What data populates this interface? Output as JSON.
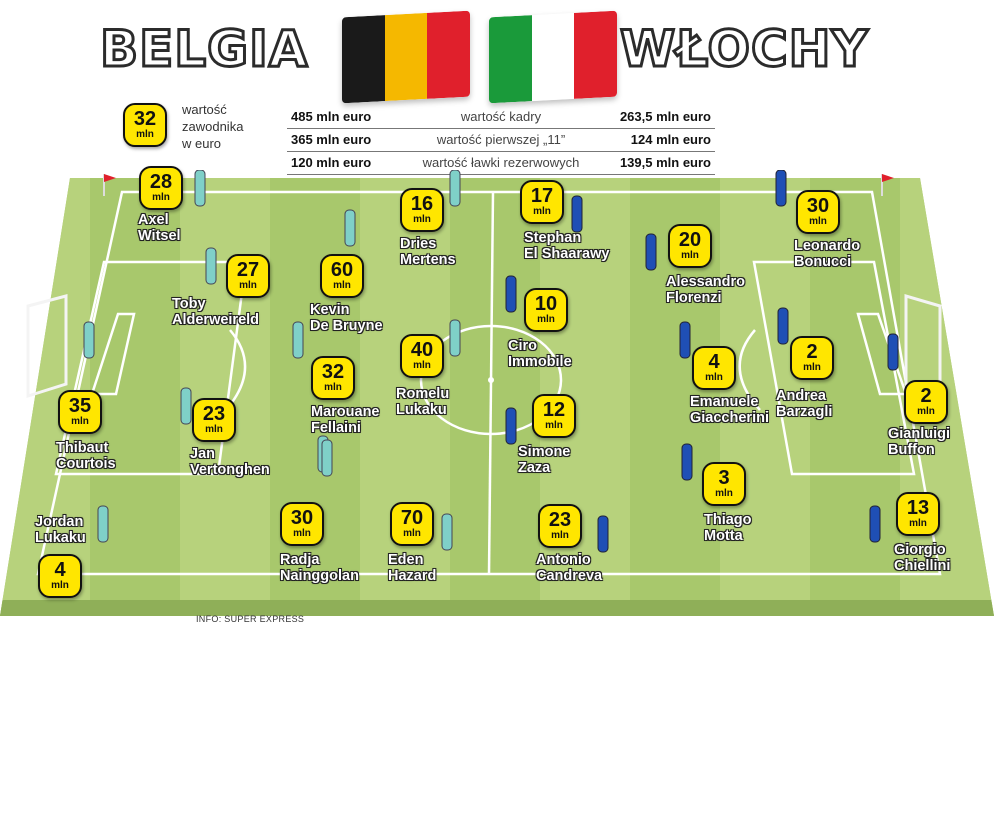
{
  "header": {
    "team_left": "BELGIA",
    "team_right": "WŁOCHY",
    "flag_belgium_colors": [
      "#1a1a1a",
      "#f5b800",
      "#e0202c"
    ],
    "flag_italy_colors": [
      "#1a9a3a",
      "#ffffff",
      "#e0202c"
    ]
  },
  "legend": {
    "value": "32",
    "unit": "mln",
    "text_lines": [
      "wartość",
      "zawodnika",
      "w euro"
    ]
  },
  "stats": [
    {
      "left": "485 mln euro",
      "label": "wartość kadry",
      "right": "263,5 mln euro"
    },
    {
      "left": "365 mln euro",
      "label": "wartość pierwszej „11”",
      "right": "124 mln euro"
    },
    {
      "left": "120 mln euro",
      "label": "wartość ławki rezerwowych",
      "right": "139,5 mln euro"
    }
  ],
  "colors": {
    "grass_light": "#b3cf78",
    "grass_dark": "#93b75a",
    "badge": "#ffe600",
    "belgium_kit": "#7fd0c8",
    "italy_kit": "#1f4fb5"
  },
  "players": [
    {
      "first": "Axel",
      "last": "Witsel",
      "value": "28",
      "unit": "mln"
    },
    {
      "first": "Toby",
      "last": "Alderweireld",
      "value": "27",
      "unit": "mln"
    },
    {
      "first": "Kevin",
      "last": "De Bruyne",
      "value": "60",
      "unit": "mln"
    },
    {
      "first": "Dries",
      "last": "Mertens",
      "value": "16",
      "unit": "mln"
    },
    {
      "first": "Thibaut",
      "last": "Courtois",
      "value": "35",
      "unit": "mln"
    },
    {
      "first": "Jan",
      "last": "Vertonghen",
      "value": "23",
      "unit": "mln"
    },
    {
      "first": "Marouane",
      "last": "Fellaini",
      "value": "32",
      "unit": "mln"
    },
    {
      "first": "Romelu",
      "last": "Lukaku",
      "value": "40",
      "unit": "mln"
    },
    {
      "first": "Jordan",
      "last": "Lukaku",
      "value": "4",
      "unit": "mln"
    },
    {
      "first": "Radja",
      "last": "Nainggolan",
      "value": "30",
      "unit": "mln"
    },
    {
      "first": "Eden",
      "last": "Hazard",
      "value": "70",
      "unit": "mln"
    },
    {
      "first": "Stephan",
      "last": "El Shaarawy",
      "value": "17",
      "unit": "mln"
    },
    {
      "first": "Alessandro",
      "last": "Florenzi",
      "value": "20",
      "unit": "mln"
    },
    {
      "first": "Leonardo",
      "last": "Bonucci",
      "value": "30",
      "unit": "mln"
    },
    {
      "first": "Ciro",
      "last": "Immobile",
      "value": "10",
      "unit": "mln"
    },
    {
      "first": "Emanuele",
      "last": "Giaccherini",
      "value": "4",
      "unit": "mln"
    },
    {
      "first": "Andrea",
      "last": "Barzagli",
      "value": "2",
      "unit": "mln"
    },
    {
      "first": "Gianluigi",
      "last": "Buffon",
      "value": "2",
      "unit": "mln"
    },
    {
      "first": "Simone",
      "last": "Zaza",
      "value": "12",
      "unit": "mln"
    },
    {
      "first": "Thiago",
      "last": "Motta",
      "value": "3",
      "unit": "mln"
    },
    {
      "first": "Antonio",
      "last": "Candreva",
      "value": "23",
      "unit": "mln"
    },
    {
      "first": "Giorgio",
      "last": "Chiellini",
      "value": "13",
      "unit": "mln"
    }
  ],
  "credit": "INFO: SUPER EXPRESS"
}
